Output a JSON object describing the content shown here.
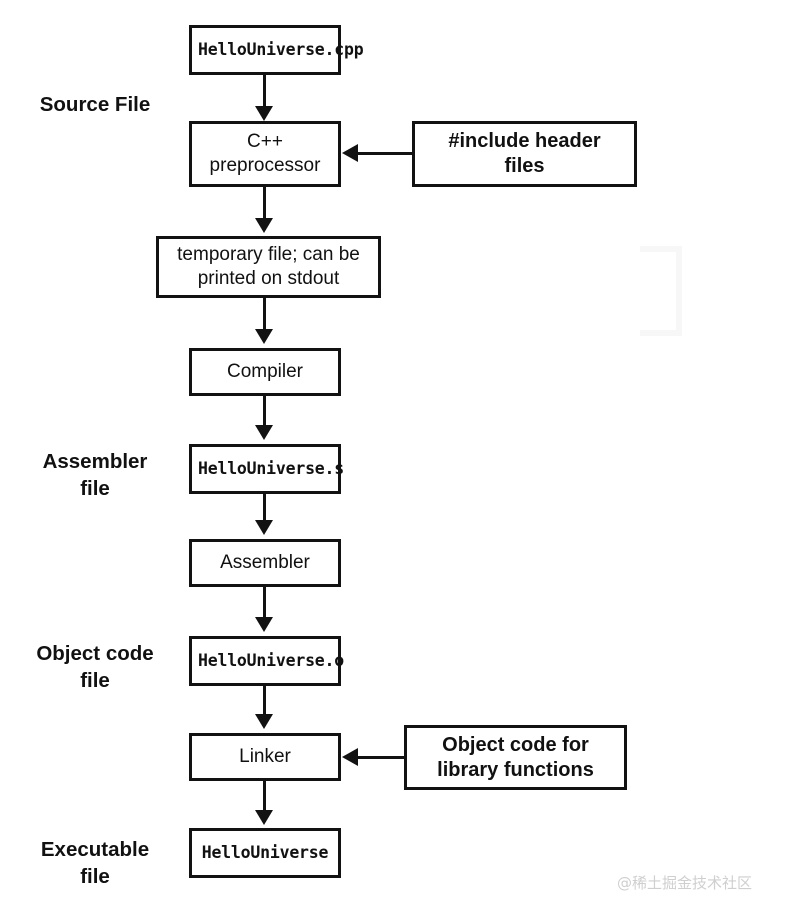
{
  "diagram": {
    "title": "C++ compilation pipeline",
    "colors": {
      "stroke": "#121212",
      "background": "#ffffff",
      "text": "#111111",
      "watermark": "#cfcfcf"
    },
    "stage_labels": [
      {
        "id": "source-file",
        "text": "Source File"
      },
      {
        "id": "assembler-file",
        "text": "Assembler\nfile"
      },
      {
        "id": "object-code-file",
        "text": "Object code\nfile"
      },
      {
        "id": "executable-file",
        "text": "Executable\nfile"
      }
    ],
    "nodes": [
      {
        "id": "hellouniverse-cpp",
        "text": "HelloUniverse.cpp",
        "style": "mono"
      },
      {
        "id": "cpp-preprocessor",
        "text": "C++\npreprocessor",
        "style": "plain"
      },
      {
        "id": "include-header-files",
        "text": "#include header\nfiles",
        "style": "bold"
      },
      {
        "id": "temporary-file",
        "text": "temporary file; can be\nprinted on stdout",
        "style": "plain"
      },
      {
        "id": "compiler",
        "text": "Compiler",
        "style": "plain"
      },
      {
        "id": "hellouniverse-s",
        "text": "HelloUniverse.s",
        "style": "mono"
      },
      {
        "id": "assembler",
        "text": "Assembler",
        "style": "plain"
      },
      {
        "id": "hellouniverse-o",
        "text": "HelloUniverse.o",
        "style": "mono"
      },
      {
        "id": "linker",
        "text": "Linker",
        "style": "plain"
      },
      {
        "id": "object-code-library",
        "text": "Object code for\nlibrary functions",
        "style": "bold"
      },
      {
        "id": "hellouniverse",
        "text": "HelloUniverse",
        "style": "mono"
      }
    ],
    "edges": [
      {
        "from": "hellouniverse-cpp",
        "to": "cpp-preprocessor",
        "direction": "down"
      },
      {
        "from": "include-header-files",
        "to": "cpp-preprocessor",
        "direction": "left"
      },
      {
        "from": "cpp-preprocessor",
        "to": "temporary-file",
        "direction": "down"
      },
      {
        "from": "temporary-file",
        "to": "compiler",
        "direction": "down"
      },
      {
        "from": "compiler",
        "to": "hellouniverse-s",
        "direction": "down"
      },
      {
        "from": "hellouniverse-s",
        "to": "assembler",
        "direction": "down"
      },
      {
        "from": "assembler",
        "to": "hellouniverse-o",
        "direction": "down"
      },
      {
        "from": "hellouniverse-o",
        "to": "linker",
        "direction": "down"
      },
      {
        "from": "object-code-library",
        "to": "linker",
        "direction": "left"
      },
      {
        "from": "linker",
        "to": "hellouniverse",
        "direction": "down"
      }
    ],
    "watermark": "@稀土掘金技术社区"
  }
}
